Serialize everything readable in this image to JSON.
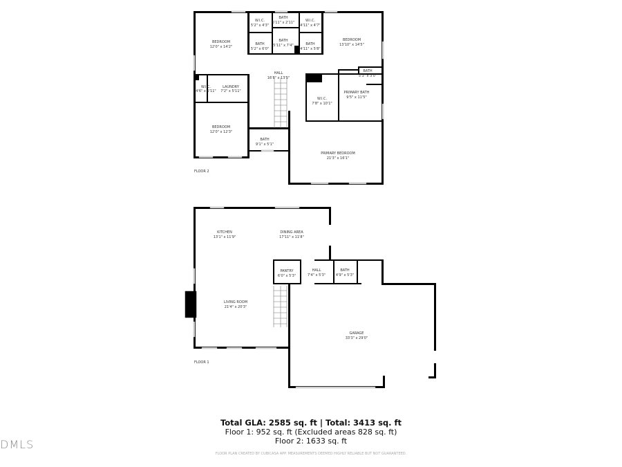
{
  "floor2": {
    "label": "FLOOR 2",
    "rooms": [
      {
        "name": "BEDROOM",
        "dims": "12'0\" x 14'2\""
      },
      {
        "name": "W.I.C.",
        "dims": "5'2\" x 4'3\""
      },
      {
        "name": "BATH",
        "dims": "5'11\" x 2'11\""
      },
      {
        "name": "W.I.C.",
        "dims": "4'11\" x 4'7\""
      },
      {
        "name": "BEDROOM",
        "dims": "13'10\" x 14'5\""
      },
      {
        "name": "BATH",
        "dims": "5'2\" x 6'0\""
      },
      {
        "name": "BATH",
        "dims": "5'11\" x 7'4\""
      },
      {
        "name": "BATH",
        "dims": "4'11\" x 5'8\""
      },
      {
        "name": "HALL",
        "dims": "16'8\" x 13'5\""
      },
      {
        "name": "BATH",
        "dims": "5'3\" x 3'0\""
      },
      {
        "name": "W.I.C.",
        "dims": "4'6\" x 5'11\""
      },
      {
        "name": "LAUNDRY",
        "dims": "7'2\" x 5'11\""
      },
      {
        "name": "PRIMARY BATH",
        "dims": "9'5\" x 11'5\""
      },
      {
        "name": "W.I.C.",
        "dims": "7'8\" x 10'1\""
      },
      {
        "name": "BEDROOM",
        "dims": "12'0\" x 12'3\""
      },
      {
        "name": "BATH",
        "dims": "9'1\" x 5'1\""
      },
      {
        "name": "PRIMARY BEDROOM",
        "dims": "21'3\" x 16'1\""
      }
    ]
  },
  "floor1": {
    "label": "FLOOR 1",
    "rooms": [
      {
        "name": "KITCHEN",
        "dims": "13'1\" x 11'9\""
      },
      {
        "name": "DINING AREA",
        "dims": "17'11\" x 11'8\""
      },
      {
        "name": "PANTRY",
        "dims": "6'0\" x 5'3\""
      },
      {
        "name": "HALL",
        "dims": "7'4\" x 5'3\""
      },
      {
        "name": "BATH",
        "dims": "4'9\" x 5'3\""
      },
      {
        "name": "LIVING ROOM",
        "dims": "21'4\" x 20'3\""
      },
      {
        "name": "GARAGE",
        "dims": "33'3\" x 29'0\""
      }
    ]
  },
  "summary": {
    "total": "Total GLA: 2585 sq. ft | Total: 3413 sq. ft",
    "floor1": "Floor 1: 952 sq. ft (Excluded areas 828 sq. ft)",
    "floor2": "Floor 2: 1633 sq. ft"
  },
  "disclaimer": "FLOOR PLAN CREATED BY CUBICASA APP. MEASUREMENTS DEEMED HIGHLY RELIABLE BUT NOT GUARANTEED.",
  "logo": "DMLS"
}
